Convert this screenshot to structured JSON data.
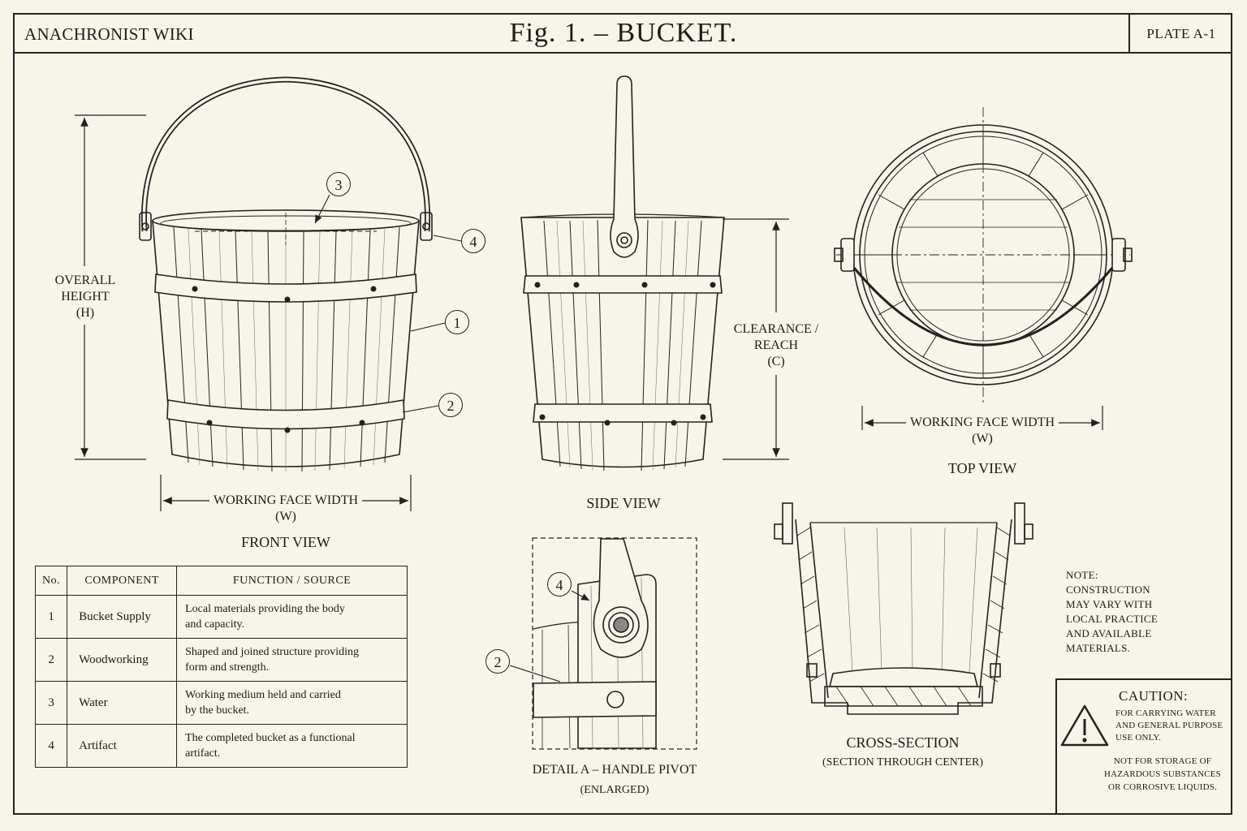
{
  "header": {
    "site_name": "ANACHRONIST WIKI",
    "figure_title": "Fig. 1. – BUCKET.",
    "plate": "PLATE A-1"
  },
  "front_view": {
    "caption": "FRONT VIEW",
    "height_dim": [
      "OVERALL",
      "HEIGHT",
      "(H)"
    ],
    "width_dim": [
      "WORKING FACE WIDTH",
      "(W)"
    ]
  },
  "side_view": {
    "caption": "SIDE VIEW",
    "clearance_dim": [
      "CLEARANCE /",
      "REACH",
      "(C)"
    ]
  },
  "top_view": {
    "caption": "TOP VIEW",
    "width_dim": [
      "WORKING FACE WIDTH",
      "(W)"
    ]
  },
  "detail": {
    "caption": "DETAIL A – HANDLE PIVOT",
    "subcaption": "(ENLARGED)"
  },
  "cross_section": {
    "caption": "CROSS-SECTION",
    "subcaption": "(SECTION THROUGH CENTER)"
  },
  "callouts": [
    "1",
    "2",
    "3",
    "4"
  ],
  "table": {
    "headers": [
      "No.",
      "COMPONENT",
      "FUNCTION / SOURCE"
    ],
    "rows": [
      {
        "no": "1",
        "component": "Bucket Supply",
        "function": [
          "Local materials providing the body",
          "and capacity."
        ]
      },
      {
        "no": "2",
        "component": "Woodworking",
        "function": [
          "Shaped and joined structure providing",
          "form and strength."
        ]
      },
      {
        "no": "3",
        "component": "Water",
        "function": [
          "Working medium held and carried",
          "by the bucket."
        ]
      },
      {
        "no": "4",
        "component": "Artifact",
        "function": [
          "The completed bucket as a functional",
          "artifact."
        ]
      }
    ]
  },
  "note": [
    "NOTE:",
    "CONSTRUCTION",
    "MAY VARY WITH",
    "LOCAL PRACTICE",
    "AND AVAILABLE",
    "MATERIALS."
  ],
  "caution": {
    "title": "CAUTION:",
    "line1": [
      "FOR CARRYING WATER",
      "AND GENERAL PURPOSE",
      "USE ONLY."
    ],
    "line2": [
      "NOT FOR STORAGE OF",
      "HAZARDOUS SUBSTANCES",
      "OR CORROSIVE LIQUIDS."
    ],
    "icon": "warning-triangle-icon"
  }
}
